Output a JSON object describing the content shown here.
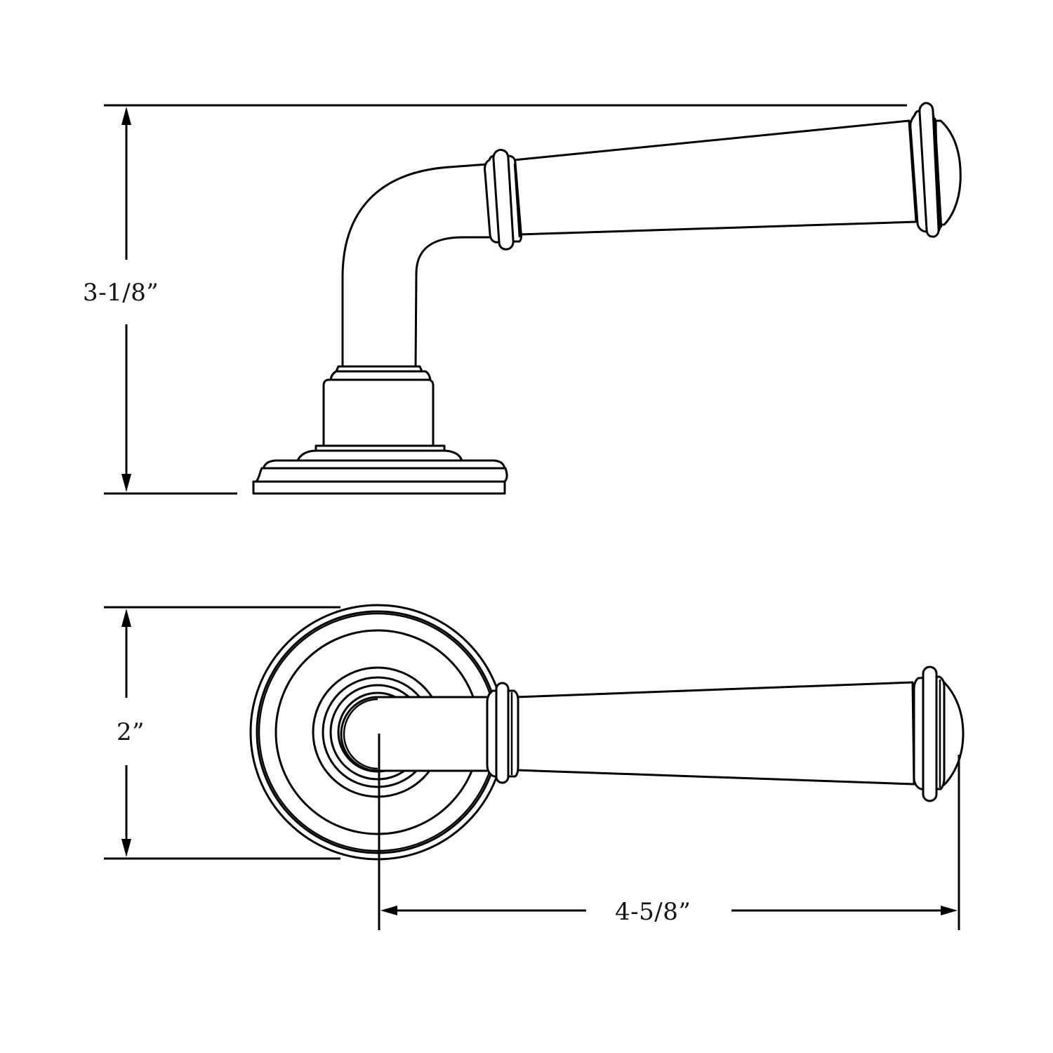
{
  "diagram": {
    "subject": "Door lever handle dimensions",
    "views": [
      {
        "name": "side-view",
        "description": "Lever on stepped base rose, side elevation"
      },
      {
        "name": "front-view",
        "description": "Lever on round rose, face view"
      }
    ],
    "dimensions": {
      "height": {
        "label": "3-1/8”"
      },
      "rose_diameter": {
        "label": "2”"
      },
      "projection": {
        "label": "4-5/8”"
      }
    },
    "colors": {
      "line": "#000000",
      "background": "#ffffff"
    }
  }
}
